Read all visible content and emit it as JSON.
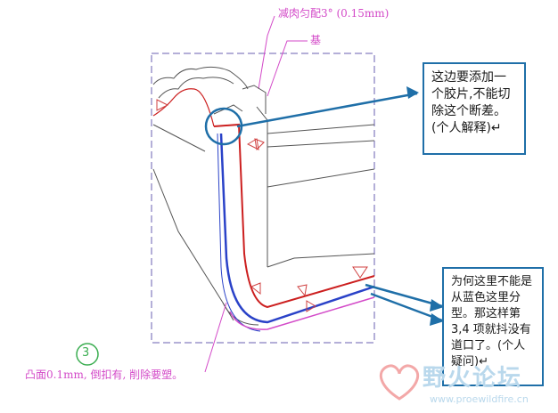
{
  "annotations": {
    "top_label": "减肉匀配3° (0.15mm)",
    "base_label": "基",
    "bottom_label": "凸面0.1mm, 倒扣有, 削除要塑。",
    "step_number": "3"
  },
  "notes": {
    "note1": "这边要添加一个胶片,不能切除这个断差。(个人解释)↵",
    "note2": "为何这里不能是从蓝色这里分型。那这样第3,4 项就抖没有道口了。(个人疑问)↵"
  },
  "watermark": {
    "title": "野火论坛",
    "url": "www.proewildfire.cn"
  },
  "colors": {
    "accent_blue": "#1f6fa8",
    "part_red": "#cc1f1f",
    "part_blue": "#2a42c8",
    "pink": "#d34ac8",
    "green": "#3cae52"
  }
}
